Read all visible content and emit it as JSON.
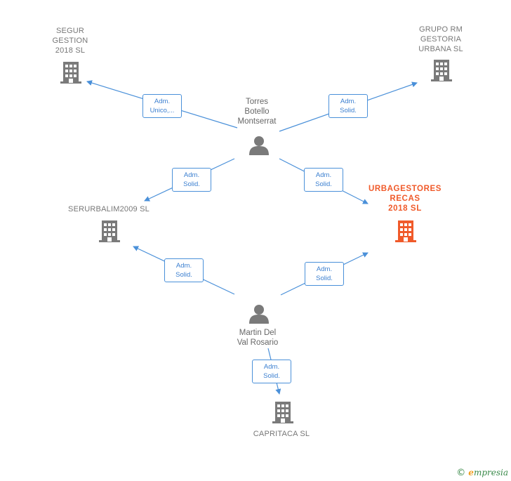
{
  "nodes": {
    "segur": {
      "label": "SEGUR\nGESTION\n2018  SL",
      "kind": "company"
    },
    "grupo": {
      "label": "GRUPO RM\nGESTORIA\nURBANA  SL",
      "kind": "company"
    },
    "torres": {
      "label": "Torres\nBotello\nMontserrat",
      "kind": "person"
    },
    "serurbalim": {
      "label": "SERURBALIM2009 SL",
      "kind": "company"
    },
    "urbagestores": {
      "label": "URBAGESTORES\nRECAS\n2018  SL",
      "kind": "focus"
    },
    "martin": {
      "label": "Martin Del\nVal Rosario",
      "kind": "person"
    },
    "capritaca": {
      "label": "CAPRITACA  SL",
      "kind": "company"
    }
  },
  "edges": [
    {
      "from": "torres",
      "to": "segur",
      "label": "Adm.\nUnico,..."
    },
    {
      "from": "torres",
      "to": "grupo",
      "label": "Adm.\nSolid."
    },
    {
      "from": "torres",
      "to": "serurbalim",
      "label": "Adm.\nSolid."
    },
    {
      "from": "torres",
      "to": "urbagestores",
      "label": "Adm.\nSolid."
    },
    {
      "from": "martin",
      "to": "serurbalim",
      "label": "Adm.\nSolid."
    },
    {
      "from": "martin",
      "to": "urbagestores",
      "label": "Adm.\nSolid."
    },
    {
      "from": "martin",
      "to": "capritaca",
      "label": "Adm.\nSolid."
    }
  ],
  "colors": {
    "edge": "#4a90d9",
    "company_icon": "#7a7a7a",
    "focus_icon": "#f05a2a",
    "person_icon": "#7a7a7a"
  },
  "footer": {
    "copyright_symbol": "©",
    "brand_initial": "e",
    "brand_rest": "mpresia"
  }
}
